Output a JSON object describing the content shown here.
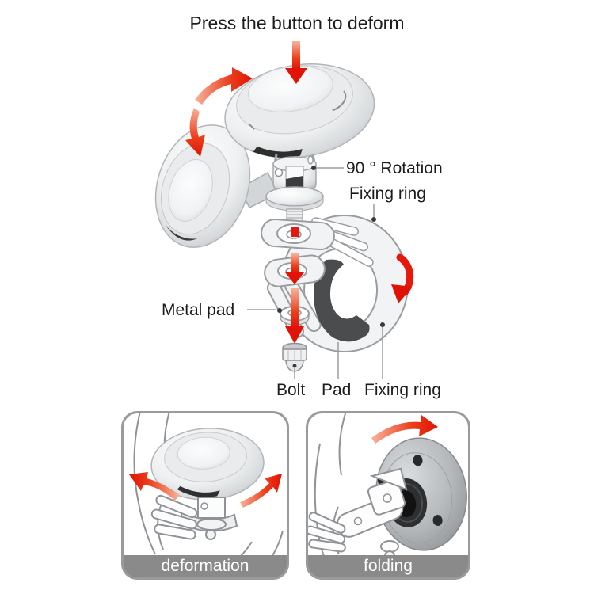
{
  "title": "Press the button to deform",
  "callouts": {
    "rotation": "90 ° Rotation",
    "fixing_ring_top": "Fixing ring",
    "metal_pad": "Metal pad",
    "bolt": "Bolt",
    "pad": "Pad",
    "fixing_ring_bottom": "Fixing ring"
  },
  "panels": {
    "left": {
      "caption": "deformation"
    },
    "right": {
      "caption": "folding"
    }
  },
  "icons": {
    "press_down_arrow": "red-down-arrow",
    "rotate_up_arrow": "red-curved-arrow-right",
    "tilt_down_arrow": "red-curved-arrow-down",
    "assembly_arrow": "red-down-arrow",
    "ring_rotate_arrow": "red-curved-arrow-cw",
    "tilt_left_arrow": "red-curved-arrow-up-left",
    "tilt_right_arrow": "red-curved-arrow-up-right",
    "fold_arrow": "red-curved-arrow-right"
  },
  "colors": {
    "arrow_red": "#e6170b",
    "arrow_red_light": "#f7b49c",
    "banner_gray": "#8a8a8a",
    "panel_border": "#9a9a9a",
    "leader_line": "#9a9da0",
    "text": "#1c1c1c",
    "chrome_light": "#f7f8f9",
    "chrome_dark": "#bcc0c3",
    "pad_dark": "#4b4c4d",
    "disc_gray": "#9a9ea2",
    "background": "#ffffff"
  }
}
